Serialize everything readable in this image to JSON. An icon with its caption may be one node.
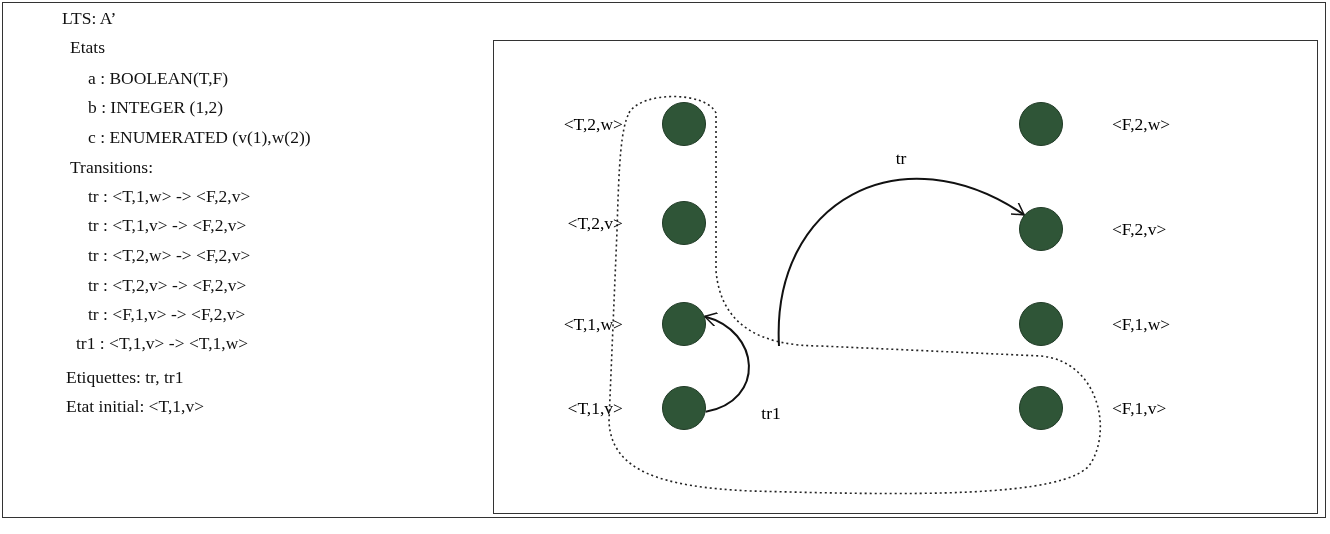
{
  "diagram": {
    "nodes": [
      {
        "text": [],
        "shape": "box"
      },
      {
        "text": [],
        "shape": "cloud",
        "in": 0
      },
      {
        "text": [],
        "shape": "circle",
        "in": 1,
        "beside": [
          "<T,2,w>"
        ]
      },
      {
        "text": [],
        "shape": "circle",
        "in": 1,
        "beside": [
          "<T,2,v>"
        ]
      },
      {
        "text": [],
        "shape": "circle",
        "in": 1,
        "beside": [
          "<T,1,w>"
        ]
      },
      {
        "text": [],
        "shape": "circle",
        "in": 1,
        "beside": [
          "<T,1,v>"
        ]
      },
      {
        "text": [],
        "shape": "circle",
        "in": 0,
        "beside": [
          "<F,2,w>"
        ]
      },
      {
        "text": [],
        "shape": "circle",
        "in": 0,
        "beside": [
          "<F,2,v>"
        ]
      },
      {
        "text": [],
        "shape": "circle",
        "in": 0,
        "beside": [
          "<F,1,w>"
        ]
      },
      {
        "text": [],
        "shape": "circle",
        "in": 1,
        "beside": [
          "<F,1,v>"
        ]
      }
    ],
    "edges": [
      {
        "from": 1,
        "to": 7,
        "arrow": "to",
        "label": "tr"
      },
      {
        "from": 5,
        "to": 4,
        "arrow": "to",
        "label": "tr1"
      }
    ],
    "labels": [
      "LTS: A’",
      "Etats",
      "a : BOOLEAN(T,F)",
      "b : INTEGER (1,2)",
      "c : ENUMERATED (v(1),w(2))",
      "Transitions:",
      "tr : <T,1,w> -> <F,2,v>",
      "tr : <T,1,v> -> <F,2,v>",
      "tr : <T,2,w> -> <F,2,v>",
      "tr : <T,2,v> -> <F,2,v>",
      "tr : <F,1,v> -> <F,2,v>",
      "tr1 : <T,1,v> -> <T,1,w>",
      "Etiquettes: tr, tr1",
      "Etat initial: <T,1,v>"
    ]
  }
}
